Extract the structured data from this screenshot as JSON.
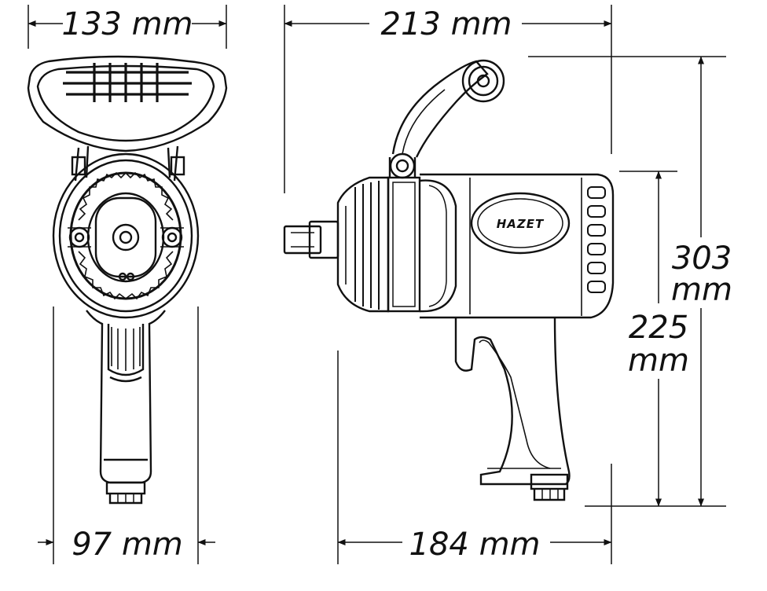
{
  "dimensions": {
    "front_width_top": "133 mm",
    "front_width_bottom": "97 mm",
    "side_length_top": "213 mm",
    "side_length_bottom": "184 mm",
    "overall_height_value": "303",
    "overall_height_unit": "mm",
    "body_height_value": "225",
    "body_height_unit": "mm"
  },
  "brand": {
    "logo_text": "HAZET"
  },
  "colors": {
    "line": "#111111",
    "body_fill": "#ffffff"
  }
}
